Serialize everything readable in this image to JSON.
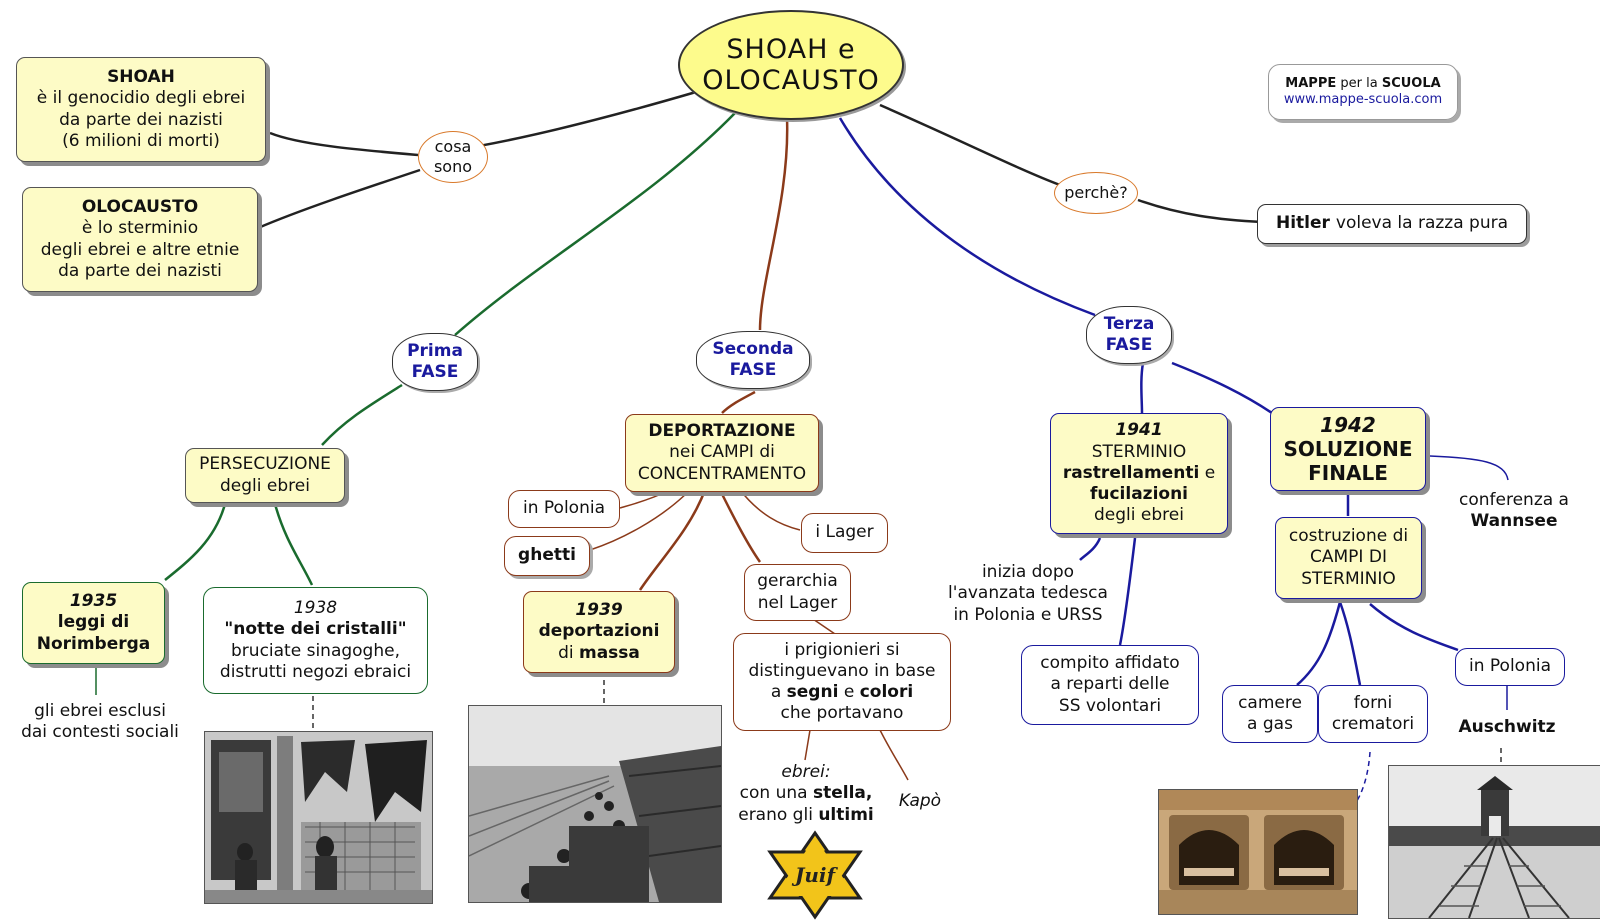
{
  "title": {
    "line1": "SHOAH e",
    "line2": "OLOCAUSTO"
  },
  "logo": {
    "mappe": "MAPPE",
    "per": "per la",
    "scuola": "SCUOLA",
    "url": "www.mappe-scuola.com"
  },
  "cosa_sono": {
    "line1": "cosa",
    "line2": "sono"
  },
  "shoah_def": {
    "heading": "SHOAH",
    "line1": "è il genocidio degli ebrei",
    "line2": "da parte dei nazisti",
    "line3": "(6 milioni di morti)"
  },
  "olocausto_def": {
    "heading": "OLOCAUSTO",
    "line1": "è lo sterminio",
    "line2": "degli ebrei e altre etnie",
    "line3": "da parte dei nazisti"
  },
  "perche": {
    "label": "perchè?"
  },
  "hitler": {
    "bold": "Hitler",
    "rest": "voleva la razza pura"
  },
  "prima_fase": {
    "line1": "Prima",
    "line2": "FASE"
  },
  "seconda_fase": {
    "line1": "Seconda",
    "line2": "FASE"
  },
  "terza_fase": {
    "line1": "Terza",
    "line2": "FASE"
  },
  "persecuzione": {
    "line1": "PERSECUZIONE",
    "line2": "degli ebrei"
  },
  "n1935": {
    "year": "1935",
    "line1": "leggi di",
    "line2": "Norimberga"
  },
  "esclusi": {
    "line1": "gli ebrei esclusi",
    "line2": "dai contesti sociali"
  },
  "n1938": {
    "year": "1938",
    "line1": "\"notte dei cristalli\"",
    "line2": "bruciate sinagoghe,",
    "line3": "distrutti negozi ebraici"
  },
  "deportazione": {
    "line1": "DEPORTAZIONE",
    "line2": "nei CAMPI di",
    "line3": "CONCENTRAMENTO"
  },
  "in_polonia_2": {
    "label": "in Polonia"
  },
  "ghetti": {
    "label": "ghetti"
  },
  "lager": {
    "label": "i Lager"
  },
  "n1939": {
    "year": "1939",
    "line1": "deportazioni",
    "line2_normal": "di",
    "line2_bold": "massa"
  },
  "gerarchia": {
    "line1": "gerarchia",
    "line2": "nel Lager"
  },
  "prigionieri": {
    "line1": "i prigionieri si",
    "line2": "distinguevano in base",
    "line3_a": "a",
    "segni": "segni",
    "e": "e",
    "colori": "colori",
    "line4": "che portavano"
  },
  "ebrei": {
    "line1": "ebrei:",
    "line2_a": "con una",
    "stella": "stella,",
    "line3_a": "erano gli",
    "ultimi": "ultimi"
  },
  "kapo": {
    "label": "Kapò"
  },
  "star_text": "Juif",
  "n1941": {
    "year": "1941",
    "line1": "STERMINIO",
    "rastrellamenti": "rastrellamenti",
    "e": "e",
    "fucilazioni": "fucilazioni",
    "line4": "degli ebrei"
  },
  "inizia": {
    "line1": "inizia dopo",
    "line2": "l'avanzata tedesca",
    "line3": "in Polonia e URSS"
  },
  "compito": {
    "line1": "compito affidato",
    "line2": "a reparti delle",
    "line3": "SS volontari"
  },
  "n1942": {
    "year": "1942",
    "line1": "SOLUZIONE",
    "line2": "FINALE"
  },
  "conferenza": {
    "line1": "conferenza a",
    "line2": "Wannsee"
  },
  "costruzione": {
    "line1": "costruzione di",
    "line2": "CAMPI DI",
    "line3": "STERMINIO"
  },
  "camere": {
    "line1": "camere",
    "line2": "a gas"
  },
  "forni": {
    "line1": "forni",
    "line2": "crematori"
  },
  "in_polonia_3": {
    "label": "in Polonia"
  },
  "auschwitz": {
    "label": "Auschwitz"
  },
  "colors": {
    "green_branch": "#1a6b2e",
    "brown_branch": "#8b3a1a",
    "blue_branch": "#1a1a9e",
    "dark_branch": "#222222",
    "node_yellow": "#fdfbc6",
    "title_yellow": "#fdfb8c",
    "orange_oval": "#d97a2c"
  }
}
